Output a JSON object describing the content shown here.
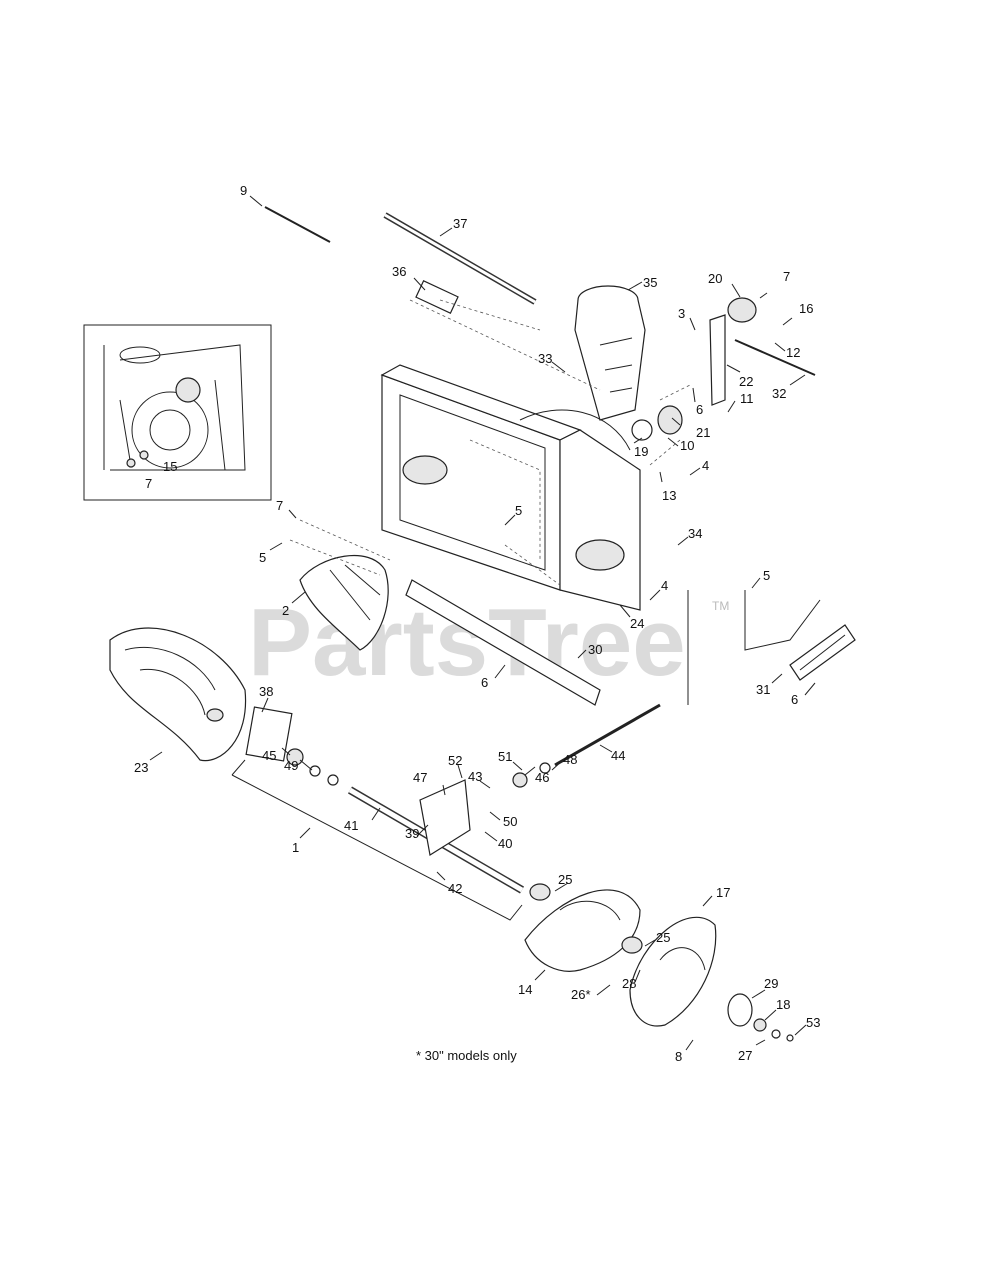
{
  "watermark": "PartsTree",
  "trademark": "TM",
  "footnote": "* 30\" models only",
  "callouts": [
    "1",
    "2",
    "3",
    "4",
    "4",
    "5",
    "5",
    "5",
    "6",
    "6",
    "6",
    "7",
    "7",
    "7",
    "8",
    "9",
    "10",
    "11",
    "12",
    "13",
    "14",
    "15",
    "16",
    "17",
    "18",
    "19",
    "20",
    "21",
    "22",
    "23",
    "24",
    "25",
    "25",
    "26*",
    "27",
    "28",
    "29",
    "30",
    "31",
    "32",
    "33",
    "34",
    "35",
    "36",
    "37",
    "38",
    "39",
    "40",
    "41",
    "42",
    "43",
    "44",
    "45",
    "46",
    "47",
    "48",
    "49",
    "50",
    "51",
    "52",
    "53"
  ]
}
